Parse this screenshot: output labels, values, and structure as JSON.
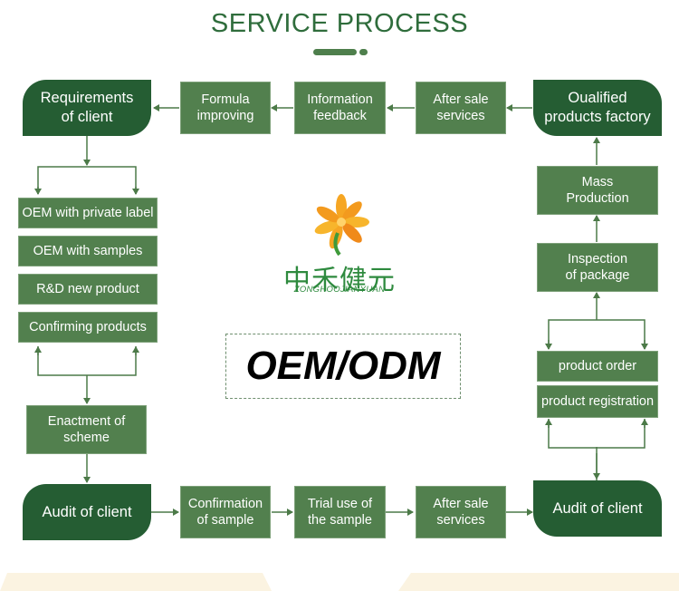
{
  "title": "SERVICE PROCESS",
  "colors": {
    "dark_green": "#255d33",
    "box_green": "#52804e",
    "title_green": "#2f6d3c"
  },
  "nodes": {
    "requirements": "Requirements\nof client",
    "formula": "Formula\nimproving",
    "info_feedback": "Information\nfeedback",
    "after_sale_top": "After sale\nservices",
    "qualified_factory": "Oualified\nproducts factory",
    "oem_private": "OEM with private label",
    "oem_samples": "OEM with samples",
    "rd_new": "R&D new product",
    "confirming": "Confirming products",
    "enactment": "Enactment of\nscheme",
    "audit_left": "Audit of client",
    "confirmation_sample": "Confirmation\nof sample",
    "trial_use": "Trial use of\nthe sample",
    "after_sale_bottom": "After sale\nservices",
    "audit_right": "Audit of client",
    "mass_production": "Mass\nProduction",
    "inspection": "Inspection\nof package",
    "product_order": "product order",
    "product_registration": "product registration"
  },
  "center": {
    "logo_cn": "中禾健元",
    "logo_en": "ZONGHOOJIANYUAN",
    "oem_odm": "OEM/ODM"
  }
}
